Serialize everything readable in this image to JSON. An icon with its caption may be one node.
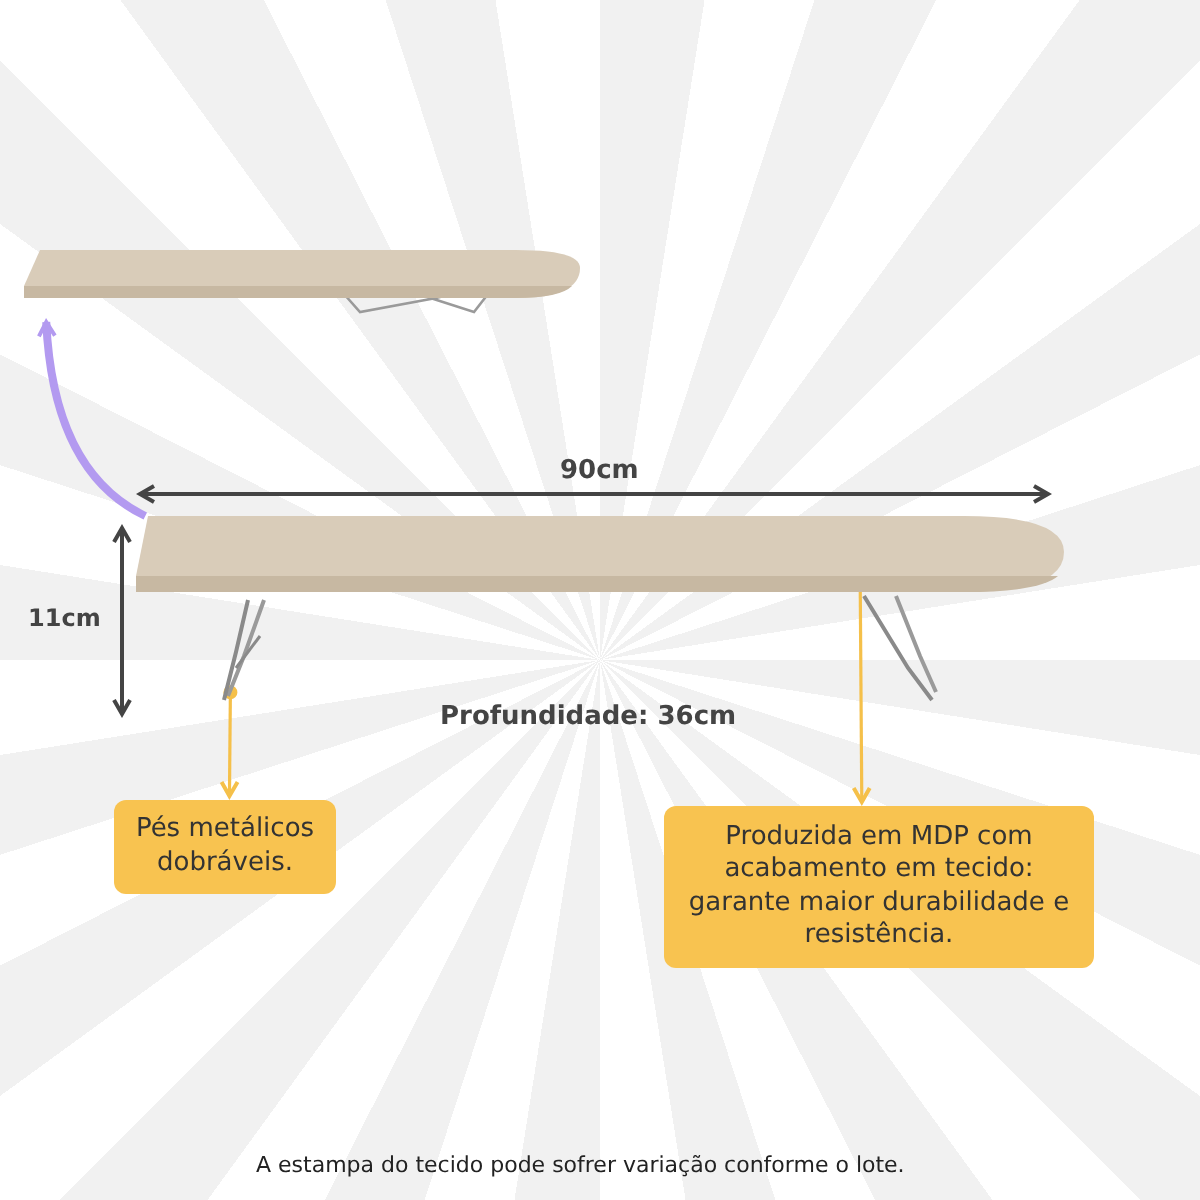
{
  "diagram": {
    "nodes": [
      {
        "text": [],
        "shape": "picture"
      },
      {
        "text": [],
        "shape": "picture"
      },
      {
        "text": [],
        "shape": "picture"
      },
      {
        "text": [
          "Pés metálicos dobráveis."
        ]
      },
      {
        "text": [
          "Produzida em MDP com acabamento em tecido: garante maior durabilidade e resistência."
        ]
      }
    ],
    "edges": [
      {
        "from": 1,
        "to": 0,
        "arrow": "to",
        "style": "thick",
        "color": "#b39af0"
      },
      {
        "from": 2,
        "to": 3,
        "arrow": "to"
      },
      {
        "from": 1,
        "to": 4,
        "arrow": "to"
      }
    ],
    "labels": [
      "90cm",
      "11cm",
      "Profundidade: 36cm",
      "A estampa do tecido pode sofrer variação conforme o lote."
    ]
  }
}
